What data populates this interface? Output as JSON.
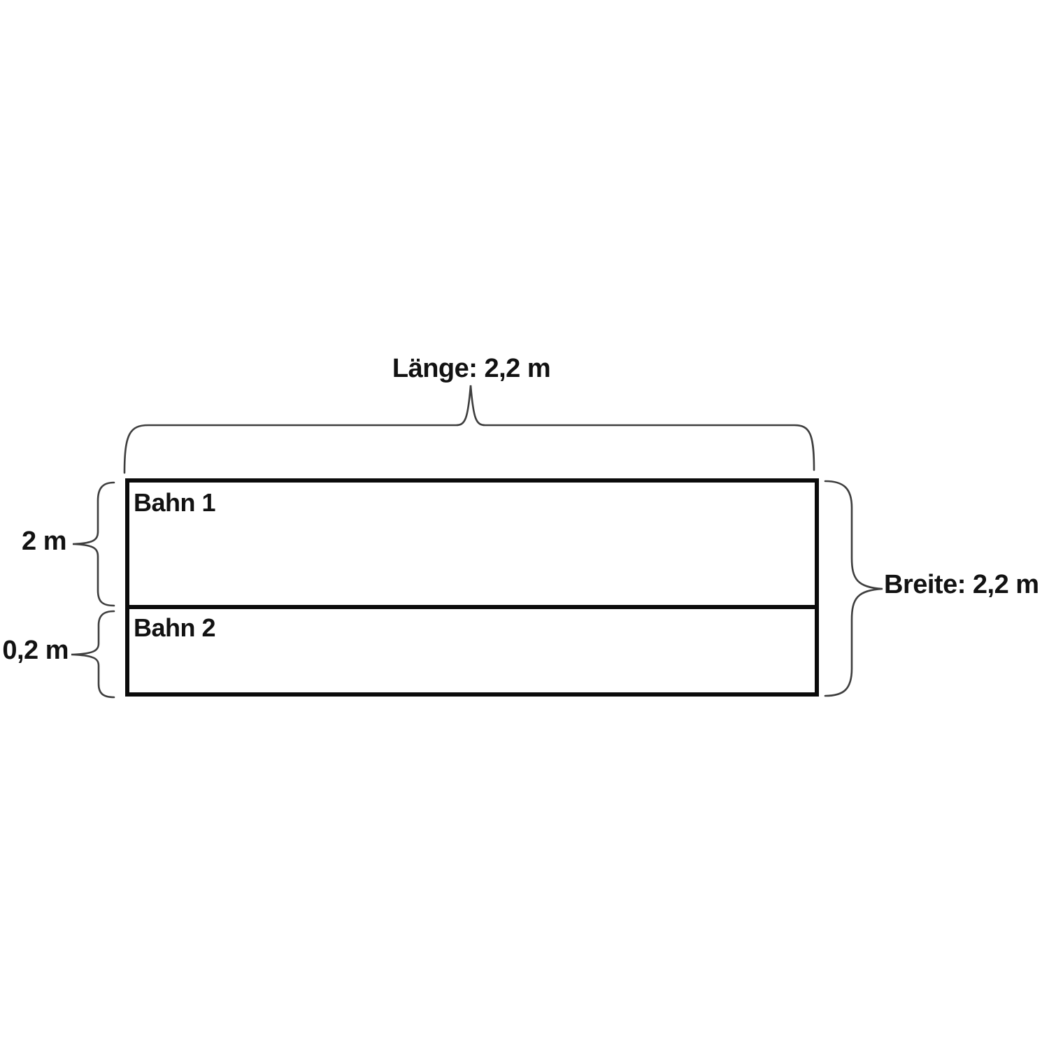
{
  "diagram": {
    "title_implicit": "",
    "top_label": "Länge: 2,2 m",
    "right_label": "Breite: 2,2 m",
    "left_top_label": "2 m",
    "left_bottom_label": "0,2 m",
    "lane1_label": "Bahn 1",
    "lane2_label": "Bahn 2"
  },
  "colors": {
    "background": "#ffffff",
    "border": "#0b0b0b",
    "brace": "#3e3e3e",
    "text": "#121212"
  }
}
